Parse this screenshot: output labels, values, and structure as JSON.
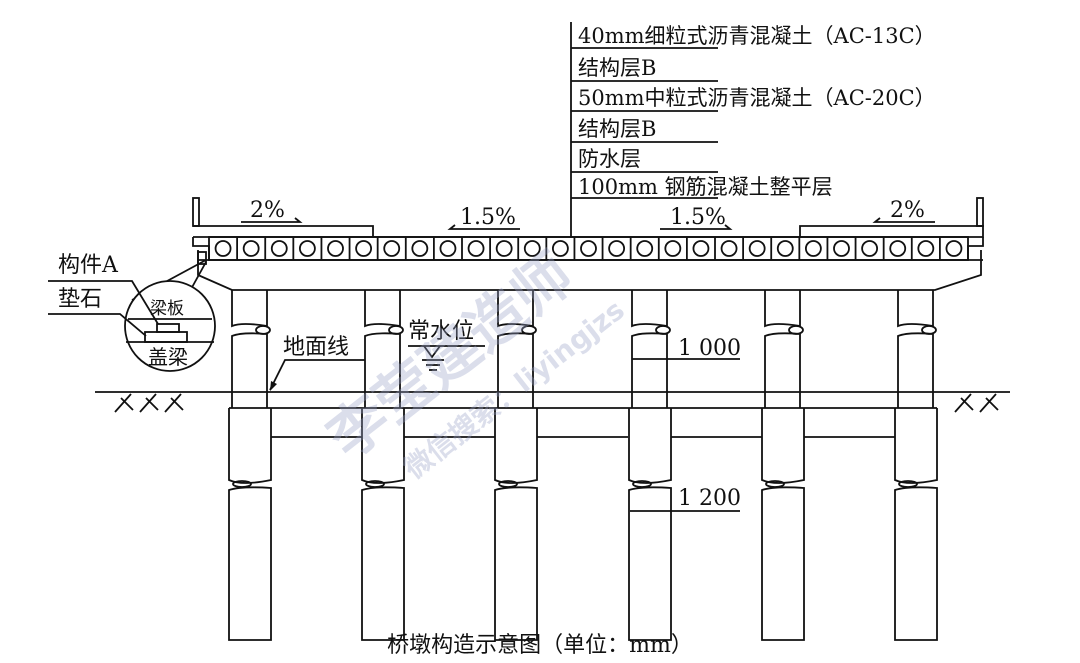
{
  "caption": "桥墩构造示意图（单位：mm）",
  "layers": [
    "40mm细粒式沥青混凝土（AC-13C）",
    "结构层B",
    "50mm中粒式沥青混凝土（AC-20C）",
    "结构层B",
    "防水层",
    "100mm 钢筋混凝土整平层"
  ],
  "slopes": {
    "left": "2%",
    "center_left": "1.5%",
    "center_right": "1.5%",
    "right": "2%"
  },
  "detail": {
    "component_label": "构件A",
    "pad_stone_label": "垫石",
    "beam_slab_label": "梁板",
    "cap_beam_label": "盖梁"
  },
  "ground_line_label": "地面线",
  "water_level_label": "常水位",
  "dimensions": {
    "column_diameter": "1 000",
    "pile_diameter": "1 200"
  },
  "watermark": {
    "main": "李莹建造师",
    "sub": "微信搜索：liyingjzs"
  },
  "colors": {
    "line": "#111111",
    "watermark": "#9aa3c8"
  }
}
